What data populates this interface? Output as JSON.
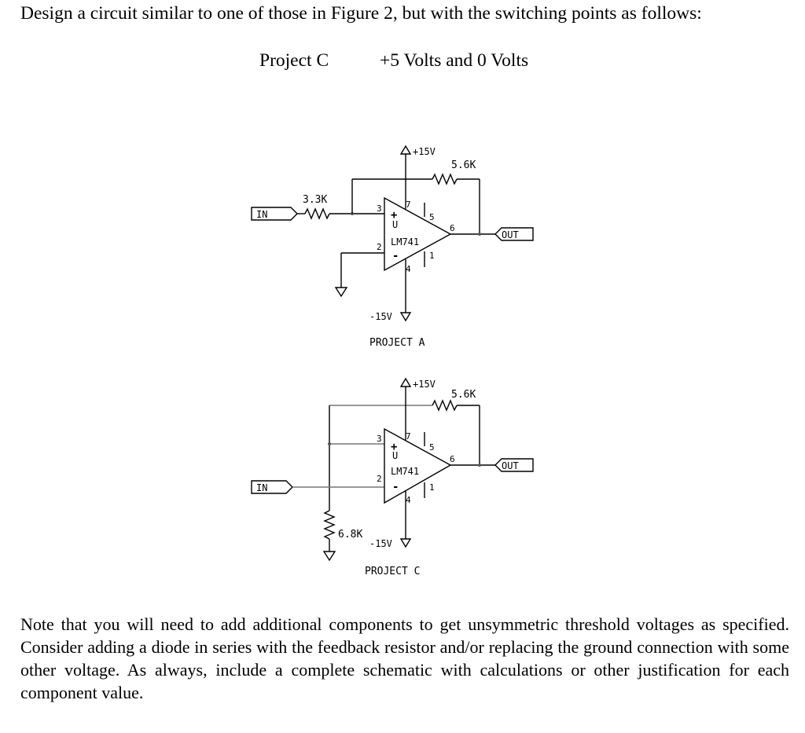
{
  "prompt": "Design a circuit similar to one of those in Figure 2, but with the switching points as follows:",
  "spec": {
    "project": "Project C",
    "values": "+5 Volts and 0 Volts"
  },
  "circuit_a": {
    "caption": "PROJECT A",
    "input": "IN",
    "output": "OUT",
    "r_in": "3.3K",
    "r_fb": "5.6K",
    "vpos": "+15V",
    "vneg": "-15V",
    "opamp": "LM741",
    "u": "U",
    "plus": "+",
    "minus": "-",
    "pins": {
      "p3": "3",
      "p2": "2",
      "p7": "7",
      "p4": "4",
      "p5": "5",
      "p6": "6",
      "p1": "1"
    }
  },
  "circuit_c": {
    "caption": "PROJECT C",
    "input": "IN",
    "output": "OUT",
    "r_gnd": "6.8K",
    "r_fb": "5.6K",
    "vpos": "+15V",
    "vneg": "-15V",
    "opamp": "LM741",
    "u": "U",
    "plus": "+",
    "minus": "-",
    "pins": {
      "p3": "3",
      "p2": "2",
      "p7": "7",
      "p4": "4",
      "p5": "5",
      "p6": "6",
      "p1": "1"
    }
  },
  "note": "Note that you will need to add additional components to get unsymmetric threshold voltages as specified. Consider adding a diode in series with the feedback resistor and/or replacing the ground connection with some other voltage. As always, include a complete schematic with calculations or other justification for each component value."
}
